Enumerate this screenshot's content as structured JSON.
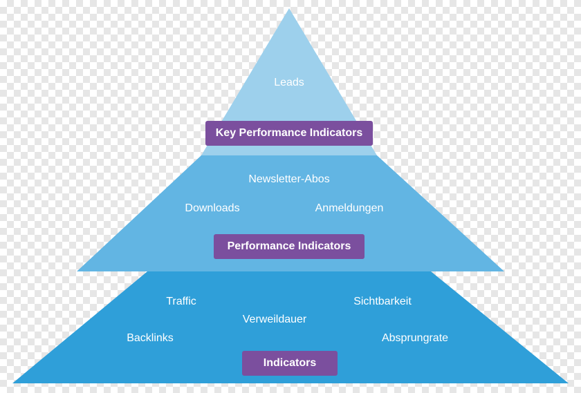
{
  "colors": {
    "tier_top": "#9dd0ec",
    "tier_middle": "#62b5e3",
    "tier_bottom": "#2f9fd9",
    "badge": "#7b4f9e",
    "text": "#ffffff"
  },
  "pyramid": {
    "tiers": [
      {
        "badge": "Key Performance Indicators",
        "metrics": [
          "Leads"
        ]
      },
      {
        "badge": "Performance Indicators",
        "metrics": [
          "Newsletter-Abos",
          "Downloads",
          "Anmeldungen"
        ]
      },
      {
        "badge": "Indicators",
        "metrics": [
          "Traffic",
          "Sichtbarkeit",
          "Verweildauer",
          "Backlinks",
          "Absprungrate"
        ]
      }
    ]
  }
}
